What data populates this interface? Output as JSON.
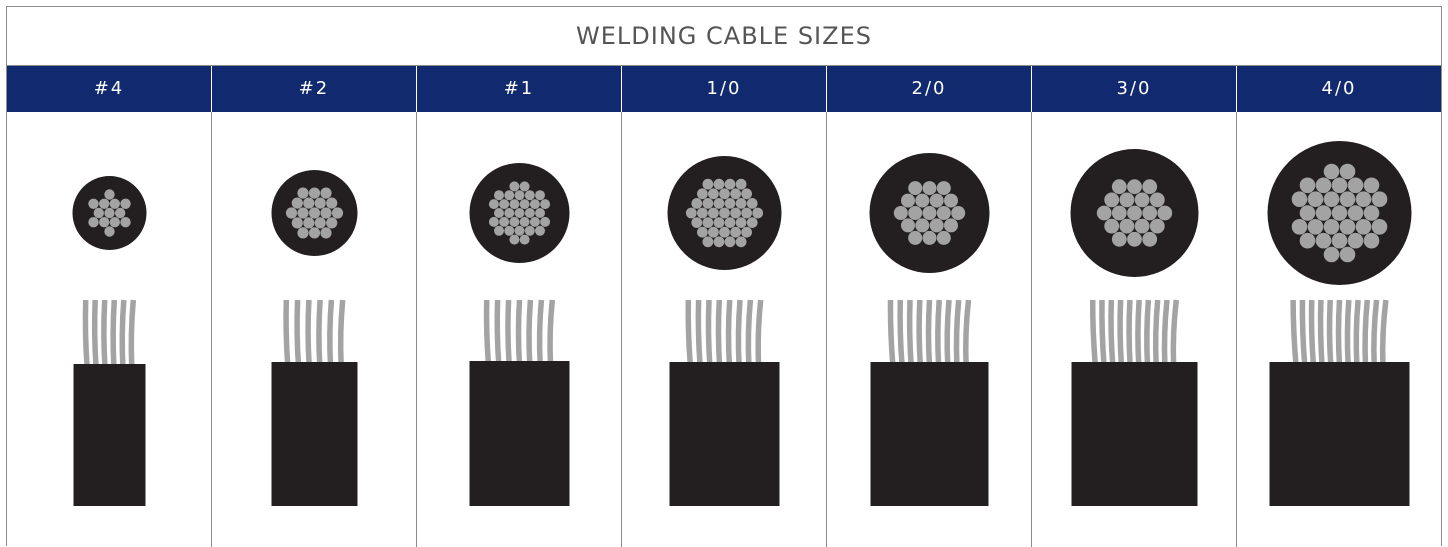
{
  "title": "WELDING CABLE SIZES",
  "colors": {
    "header_bg": "#11296e",
    "jacket": "#231f20",
    "strand": "#a3a3a3"
  },
  "cables": [
    {
      "size": "#4"
    },
    {
      "size": "#2"
    },
    {
      "size": "#1"
    },
    {
      "size": "1/0"
    },
    {
      "size": "2/0"
    },
    {
      "size": "3/0"
    },
    {
      "size": "4/0"
    }
  ]
}
